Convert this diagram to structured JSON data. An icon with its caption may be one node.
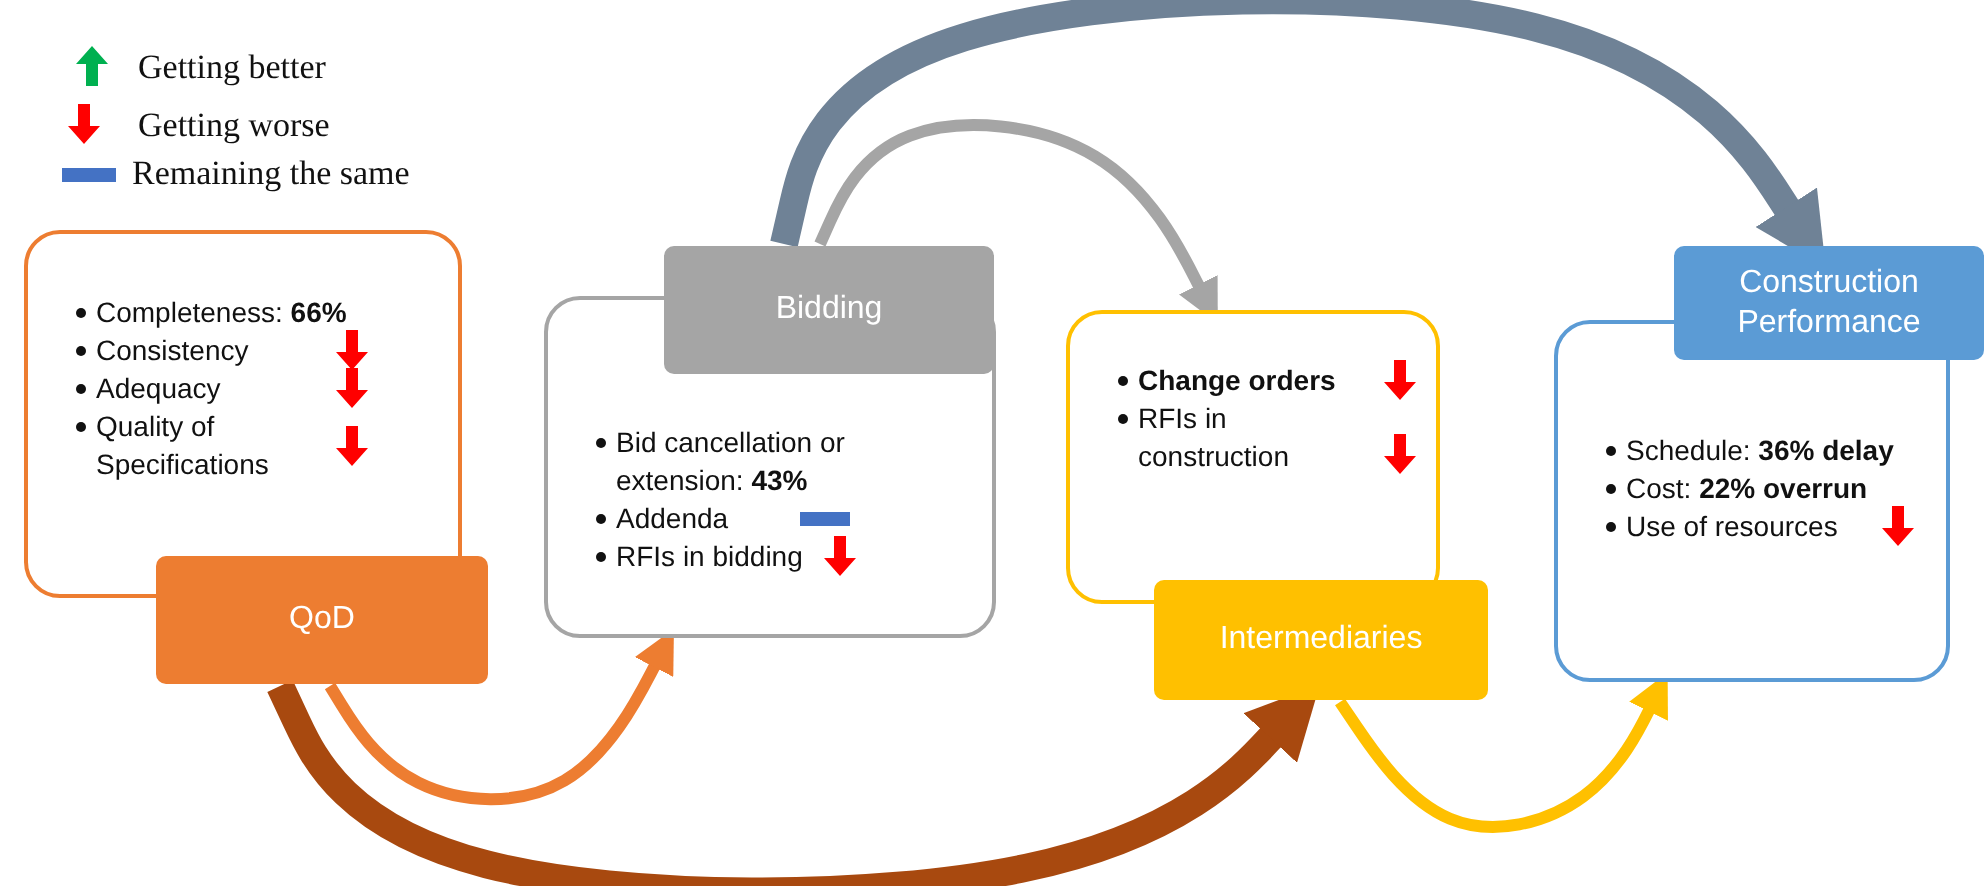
{
  "diagram": {
    "nodes": [
      {
        "text": [
          "Completeness: **66%**",
          "Consistency",
          "Adequacy",
          "Quality of Specifications"
        ]
      },
      {
        "text": [
          "QoD"
        ]
      },
      {
        "text": [
          "Bidding"
        ]
      },
      {
        "text": [
          "Bid cancellation or extension: **43%**",
          "Addenda",
          "RFIs in bidding"
        ]
      },
      {
        "text": [
          "Change orders",
          "RFIs in construction"
        ]
      },
      {
        "text": [
          "Intermediaries"
        ]
      },
      {
        "text": [
          "Construction Performance"
        ]
      },
      {
        "text": [
          "Schedule: **36% delay**",
          "Cost: **22% overrun**",
          "Use of resources"
        ]
      }
    ],
    "edges": [
      {
        "from": 1,
        "to": 3,
        "arrow": "to",
        "color": "#ed7d31"
      },
      {
        "from": 1,
        "to": 5,
        "arrow": "to",
        "style": "thick",
        "color": "#a8490f"
      },
      {
        "from": 2,
        "to": 4,
        "arrow": "to",
        "color": "#a5a5a5"
      },
      {
        "from": 2,
        "to": 6,
        "arrow": "to",
        "style": "thick",
        "color": "#6f8296"
      },
      {
        "from": 5,
        "to": 7,
        "arrow": "to",
        "color": "#ffc000"
      }
    ],
    "legend": [
      {
        "text": "Getting better",
        "color": "#00b050"
      },
      {
        "text": "Getting worse",
        "color": "#ff0000"
      },
      {
        "text": "Remaining the same",
        "color": "#4472c4"
      }
    ]
  }
}
